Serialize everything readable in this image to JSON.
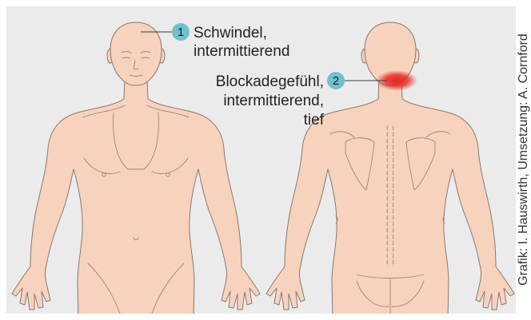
{
  "annotations": [
    {
      "number": "1",
      "lines": [
        "Schwindel,",
        "intermittierend"
      ]
    },
    {
      "number": "2",
      "lines": [
        "Blockadegefühl,",
        "intermittierend,",
        "tief"
      ]
    }
  ],
  "credit": "Grafik: I. Hauswirth, Umsetzung: A. Cornford",
  "colors": {
    "skin": "#f7d3be",
    "marker": "#6fc2cd",
    "pain_highlight": "#e5261f",
    "background": "#ebebeb"
  }
}
